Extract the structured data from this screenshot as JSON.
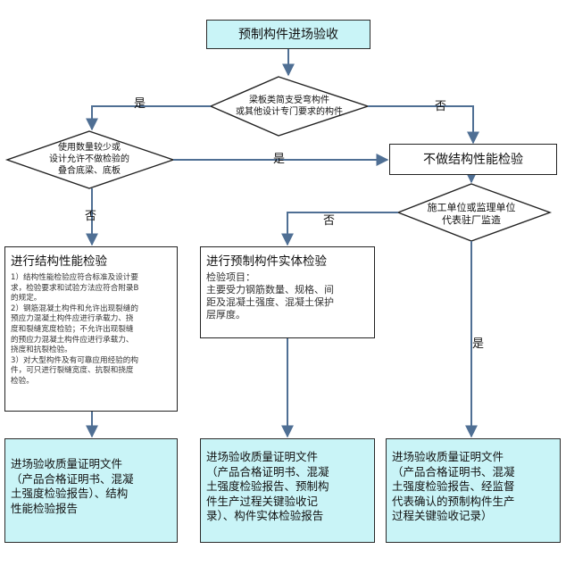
{
  "nodes": {
    "start": "预制构件进场验收",
    "decision1": [
      "梁板类简支受弯构件",
      "或其他设计专门要求的构件"
    ],
    "decision2": [
      "使用数量较少或",
      "设计允许不做检验的",
      "叠合底梁、底板"
    ],
    "no_struct_check": "不做结构性能检验",
    "decision3": [
      "施工单位或监理单位",
      "代表驻厂监造"
    ],
    "struct_check": {
      "title": "进行结构性能检验",
      "items": "1）结构性能检验应符合标准及设计要\n求，检验要求和试验方法应符合附录B\n的规定。\n2）钢筋混凝土构件和允许出现裂缝的\n预应力混凝土构件应进行承载力、挠\n度和裂缝宽度检验；不允许出现裂缝\n的预应力混凝土构件应进行承载力、\n挠度和抗裂检验。\n3）对大型构件及有可靠应用经验的构\n件，可只进行裂缝宽度、抗裂和挠度\n检验。"
    },
    "entity_check": {
      "title": "进行预制构件实体检验",
      "body": "检验项目：\n主要受力钢筋数量、规格、间\n距及混凝土强度、混凝土保护\n层厚度。"
    },
    "result1": "进场验收质量证明文件\n（产品合格证明书、混凝\n土强度检验报告）、结构\n性能检验报告",
    "result2": "进场验收质量证明文件\n（产品合格证明书、混凝\n土强度检验报告、预制构\n件生产过程关键验收记\n录）、构件实体检验报告",
    "result3": "进场验收质量证明文件\n（产品合格证明书、混凝\n土强度检验报告、经监督\n代表确认的预制构件生产\n过程关键验收记录）"
  },
  "labels": {
    "d1_yes": "是",
    "d1_no": "否",
    "d2_yes": "是",
    "d2_no": "否",
    "d3_no": "否",
    "d3_yes": "是"
  },
  "colors": {
    "result_fill": "#c9f4f7",
    "line": "#4f6f94"
  }
}
